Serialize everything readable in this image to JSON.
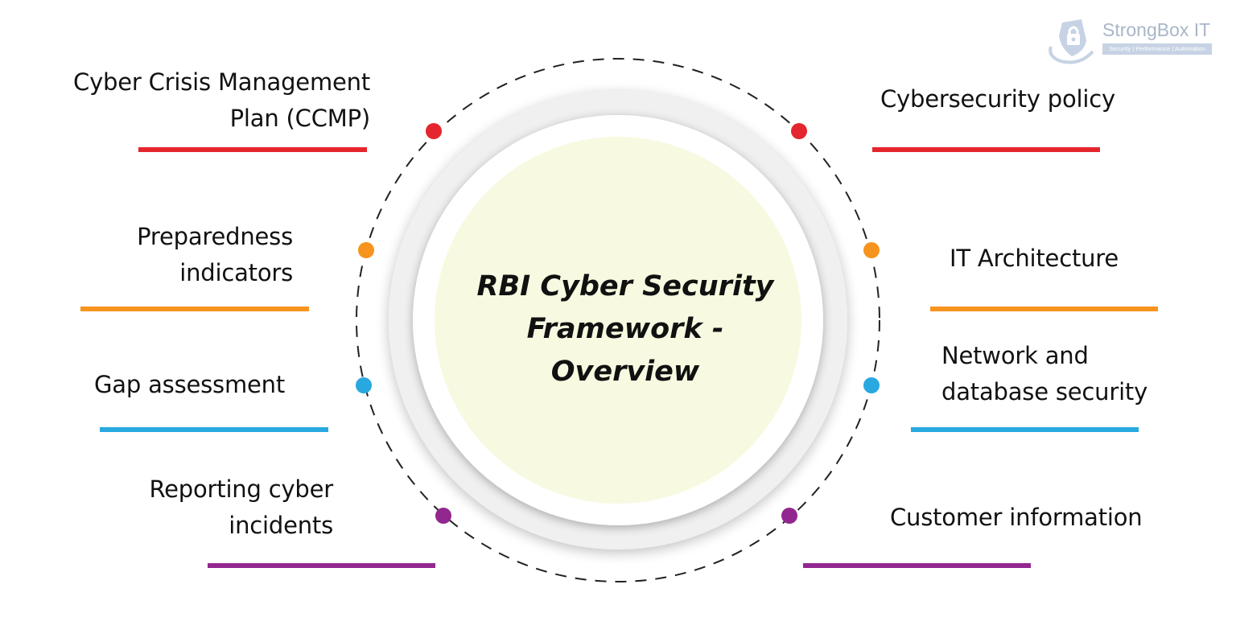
{
  "diagram": {
    "center_title": [
      "RBI Cyber Security",
      "Framework -",
      "Overview"
    ],
    "left_items": [
      {
        "lines": [
          "Cyber Crisis Management",
          "Plan (CCMP)"
        ],
        "color": "#e5252d"
      },
      {
        "lines": [
          "Preparedness",
          "indicators"
        ],
        "color": "#f7941e"
      },
      {
        "lines": [
          "Gap assessment"
        ],
        "color": "#29a8e0"
      },
      {
        "lines": [
          "Reporting cyber",
          "incidents"
        ],
        "color": "#92278f"
      }
    ],
    "right_items": [
      {
        "lines": [
          "Cybersecurity policy"
        ],
        "color": "#e5252d"
      },
      {
        "lines": [
          "IT Architecture"
        ],
        "color": "#f7941e"
      },
      {
        "lines": [
          "Network and",
          "database security"
        ],
        "color": "#29a8e0"
      },
      {
        "lines": [
          "Customer information"
        ],
        "color": "#92278f"
      }
    ],
    "colors": {
      "inner_circle_fill": "#f7fae0",
      "ring_fill": "#f0f0f0",
      "dashed_circle": "#222222"
    }
  },
  "logo": {
    "brand": "StrongBox IT",
    "tagline": "Security | Performance | Automation",
    "icon": "lock-shield-icon"
  }
}
